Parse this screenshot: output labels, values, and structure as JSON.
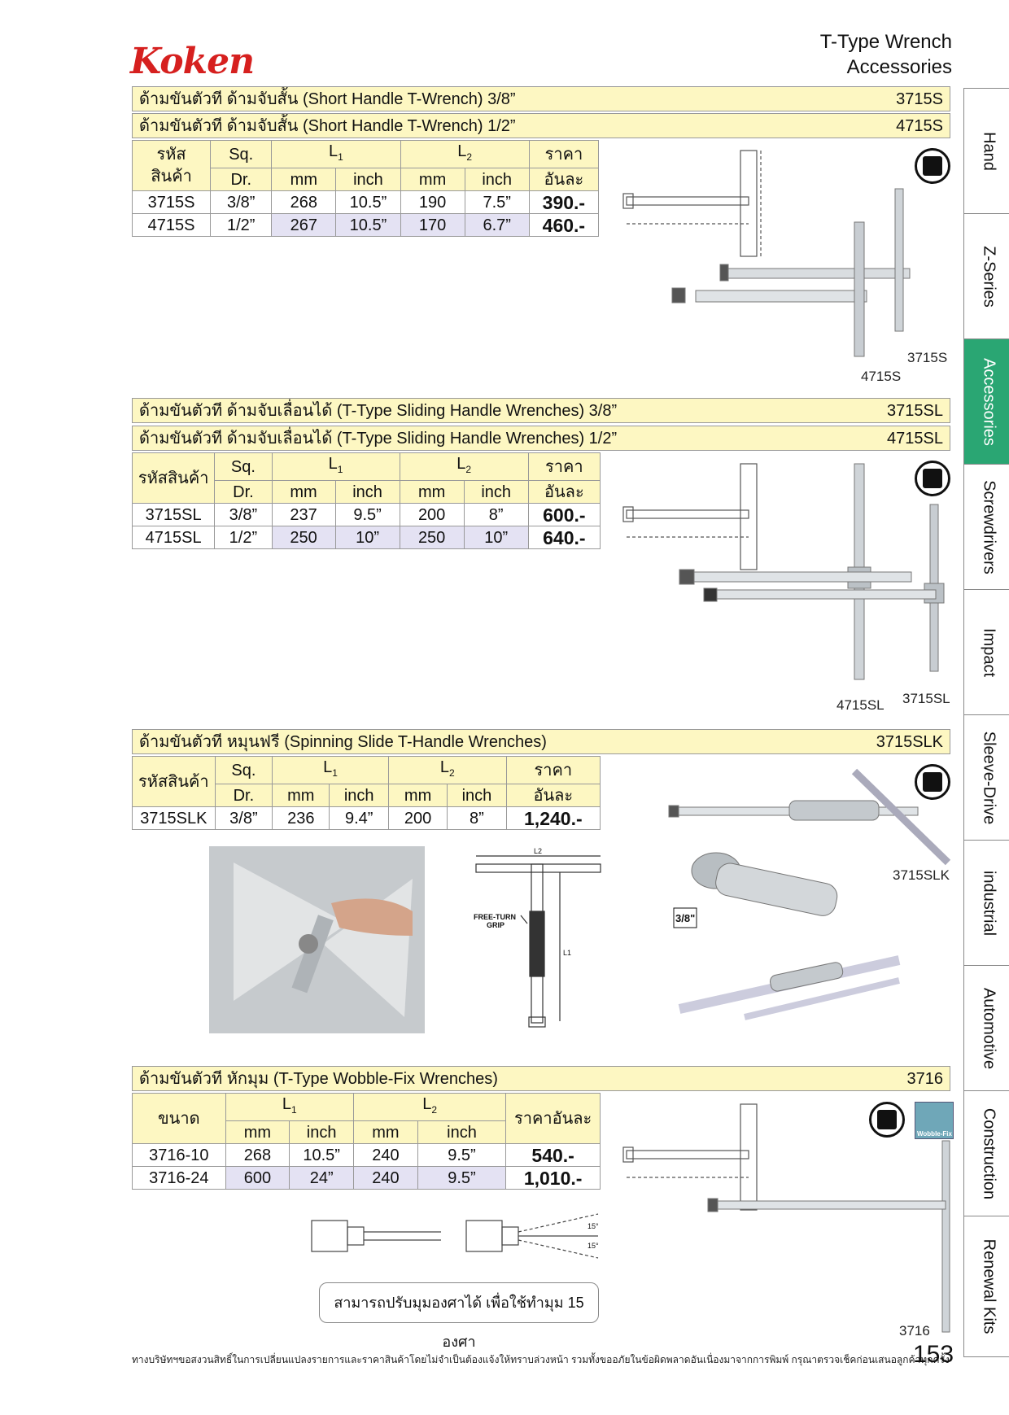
{
  "brand": "Koken",
  "page_title": [
    "T-Type Wrench",
    "Accessories"
  ],
  "tabs": [
    "Hand",
    "Z-Series",
    "Accessories",
    "Screwdrivers",
    "Impact",
    "Sleeve-Drive",
    "industrial",
    "Automotive",
    "Construction",
    "Renewal Kits"
  ],
  "active_tab": "Accessories",
  "sections": {
    "short": {
      "headers": [
        {
          "title": "ด้ามขันตัวที ด้ามจับสั้น (Short Handle T-Wrench) 3/8”",
          "code": "3715S"
        },
        {
          "title": "ด้ามขันตัวที ด้ามจับสั้น (Short Handle T-Wrench) 1/2”",
          "code": "4715S"
        }
      ],
      "col_code": [
        "รหัส",
        "สินค้า"
      ],
      "col_sq": [
        "Sq.",
        "Dr."
      ],
      "l1": "L",
      "l1_sub": "1",
      "l2": "L",
      "l2_sub": "2",
      "mm": "mm",
      "inch": "inch",
      "col_price": [
        "ราคา",
        "อันละ"
      ],
      "rows": [
        {
          "code": "3715S",
          "sq": "3/8”",
          "l1mm": "268",
          "l1in": "10.5”",
          "l2mm": "190",
          "l2in": "7.5”",
          "price": "390.-"
        },
        {
          "code": "4715S",
          "sq": "1/2”",
          "l1mm": "267",
          "l1in": "10.5”",
          "l2mm": "170",
          "l2in": "6.7”",
          "price": "460.-"
        }
      ],
      "captions": [
        "3715S",
        "4715S"
      ]
    },
    "sliding": {
      "headers": [
        {
          "title": "ด้ามขันตัวที ด้ามจับเลื่อนได้ (T-Type Sliding Handle Wrenches) 3/8”",
          "code": "3715SL"
        },
        {
          "title": "ด้ามขันตัวที ด้ามจับเลื่อนได้ (T-Type Sliding Handle Wrenches) 1/2”",
          "code": "4715SL"
        }
      ],
      "col_code": "รหัสสินค้า",
      "rows": [
        {
          "code": "3715SL",
          "sq": "3/8”",
          "l1mm": "237",
          "l1in": "9.5”",
          "l2mm": "200",
          "l2in": "8”",
          "price": "600.-"
        },
        {
          "code": "4715SL",
          "sq": "1/2”",
          "l1mm": "250",
          "l1in": "10”",
          "l2mm": "250",
          "l2in": "10”",
          "price": "640.-"
        }
      ],
      "captions": [
        "4715SL",
        "3715SL"
      ]
    },
    "spinning": {
      "header": {
        "title": "ด้ามขันตัวที หมุนฟรี (Spinning Slide T-Handle Wrenches)",
        "code": "3715SLK"
      },
      "col_code": "รหัสสินค้า",
      "rows": [
        {
          "code": "3715SLK",
          "sq": "3/8”",
          "l1mm": "236",
          "l1in": "9.4”",
          "l2mm": "200",
          "l2in": "8”",
          "price": "1,240.-"
        }
      ],
      "caption": "3715SLK",
      "diagram_labels": {
        "l2": "L2",
        "l1": "L1",
        "grip": [
          "FREE-TURN",
          "GRIP"
        ],
        "size": "3/8\""
      }
    },
    "wobble": {
      "header": {
        "title": "ด้ามขันตัวที หักมุม (T-Type Wobble-Fix Wrenches)",
        "code": "3716"
      },
      "col_size": "ขนาด",
      "col_price": "ราคาอันละ",
      "rows": [
        {
          "size": "3716-10",
          "l1mm": "268",
          "l1in": "10.5”",
          "l2mm": "240",
          "l2in": "9.5”",
          "price": "540.-"
        },
        {
          "size": "3716-24",
          "l1mm": "600",
          "l1in": "24”",
          "l2mm": "240",
          "l2in": "9.5”",
          "price": "1,010.-"
        }
      ],
      "caption": "3716",
      "note": "สามารถปรับมุมองศาได้ เพื่อใช้ทำมุม 15 องศา",
      "angle_labels": [
        "15°",
        "15°"
      ],
      "wobble_badge": "Wobble-Fix"
    }
  },
  "footnote": "ทางบริษัทฯขอสงวนสิทธิ์ในการเปลี่ยนแปลงรายการและราคาสินค้าโดยไม่จำเป็นต้องแจ้งให้ทราบล่วงหน้า รวมทั้งขออภัยในข้อผิดพลาดอันเนื่องมาจากการพิมพ์ กรุณาตรวจเช็คก่อนเสนอลูกค้าทุกครั้ง",
  "page_number": "153",
  "colors": {
    "header_bg": "#fdf7c2",
    "alt_cell": "#e4e2f3",
    "active_tab": "#2aa673",
    "brand_red": "#d6201f"
  }
}
